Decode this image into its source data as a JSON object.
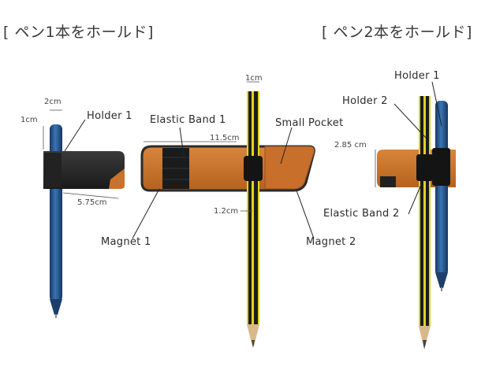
{
  "headings": {
    "one_pen": "[ ペン1本をホールド]",
    "two_pens": "[ ペン2本をホールド]"
  },
  "labels": {
    "holder_1_left": "Holder 1",
    "elastic_band_1": "Elastic Band 1",
    "small_pocket": "Small Pocket",
    "magnet_1": "Magnet 1",
    "magnet_2": "Magnet 2",
    "holder_1_right": "Holder 1",
    "holder_2": "Holder 2",
    "elastic_band_2": "Elastic Band 2"
  },
  "dimensions": {
    "width_2cm": "2cm",
    "height_1cm": "1cm",
    "length_5_75cm": "5.75cm",
    "length_11_5cm": "11.5cm",
    "top_1cm": "1cm",
    "band_1_2cm": "1.2cm",
    "height_2_85cm": "2.85 cm"
  },
  "colors": {
    "leather_tan": "#c8722e",
    "leather_dark": "#2a2a2a",
    "pen_blue": "#1f4f86",
    "pencil_yellow": "#e3d21c",
    "pencil_black": "#1c1c1c",
    "band_black": "#1a1a1a"
  }
}
